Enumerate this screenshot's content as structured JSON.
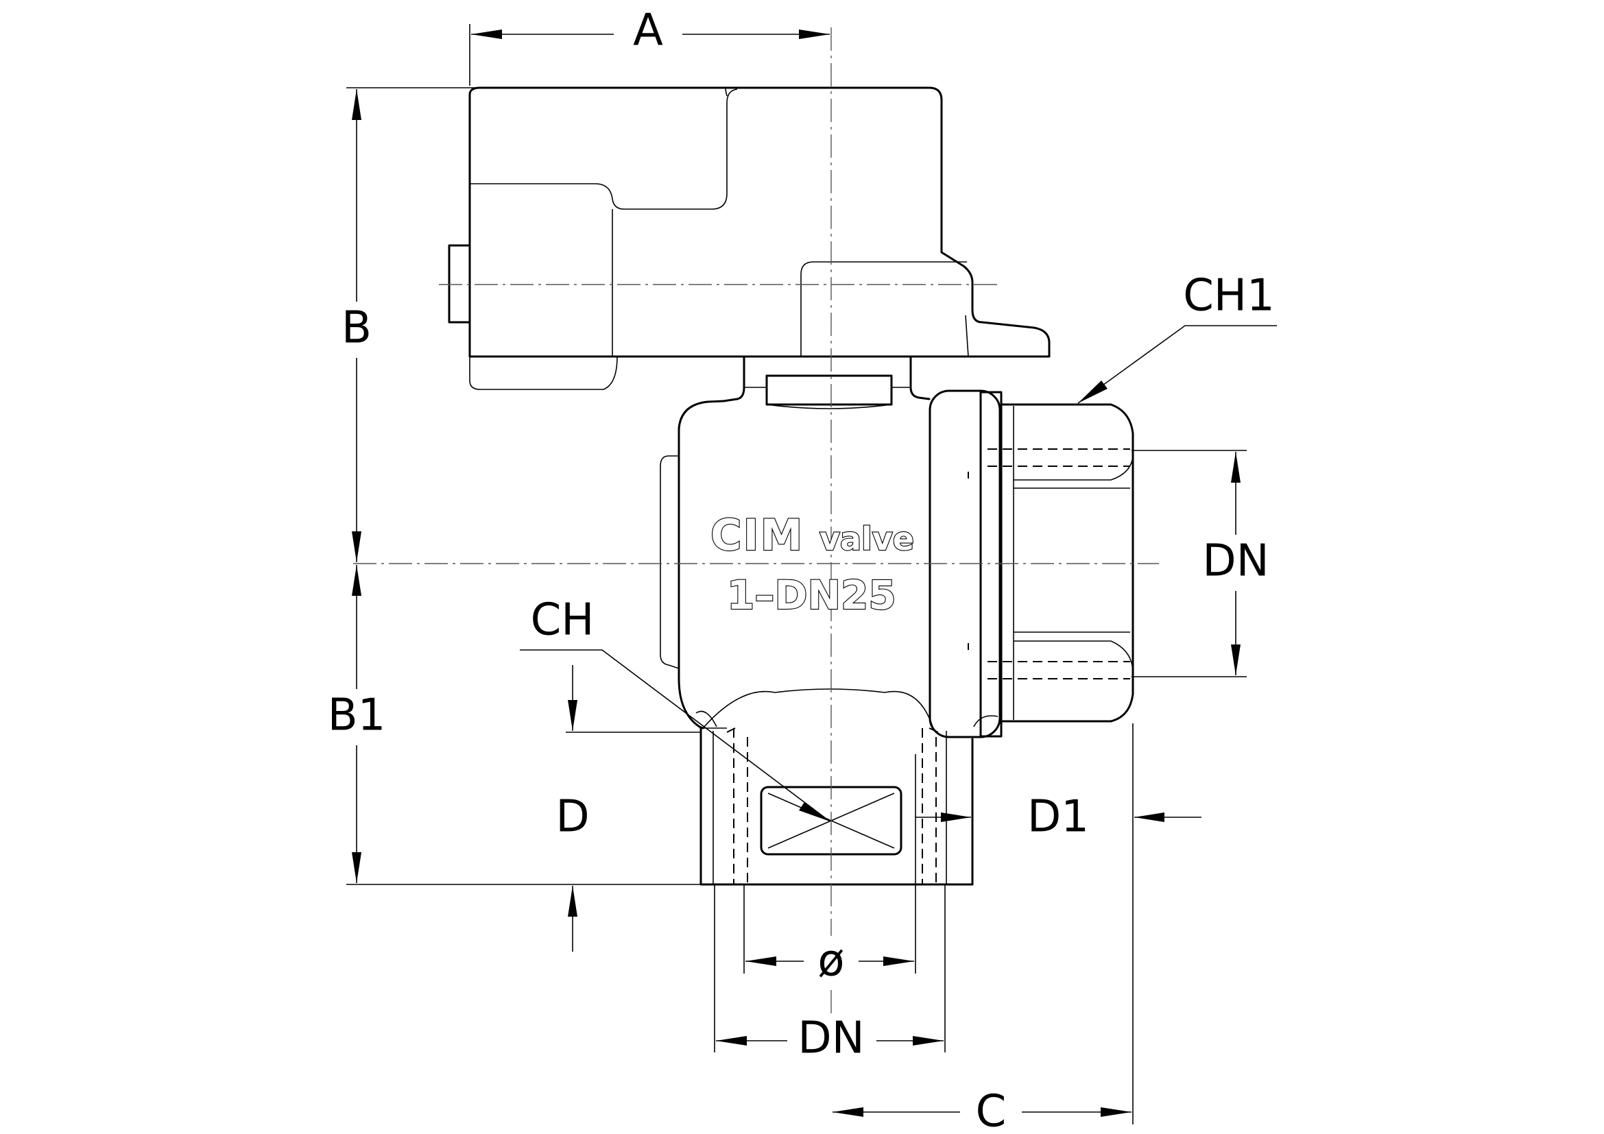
{
  "labels": {
    "A": "A",
    "B": "B",
    "B1": "B1",
    "C": "C",
    "CH": "CH",
    "CH1": "CH1",
    "D": "D",
    "D1": "D1",
    "DN_right": "DN",
    "DN_bottom": "DN",
    "diameter": "ø"
  },
  "body_marking": {
    "brand": "CIM",
    "brand_suffix": "valve",
    "size": "1–DN25"
  }
}
